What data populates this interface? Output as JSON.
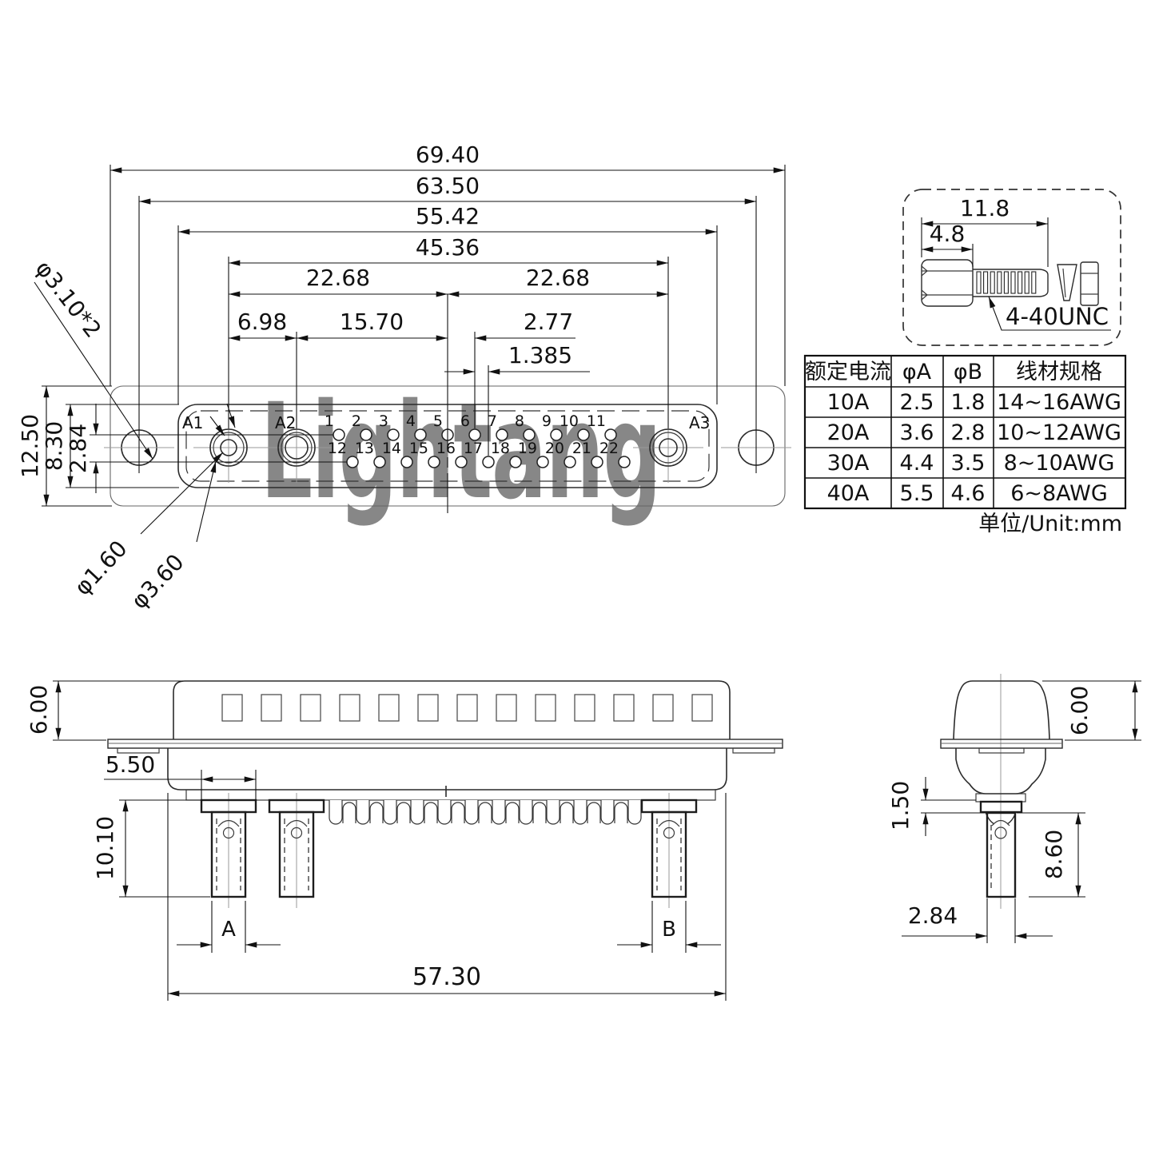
{
  "watermark": {
    "text": "Lightang",
    "color": "#f2aeae"
  },
  "front_view": {
    "pin_labels": {
      "a1": "A1",
      "a2": "A2",
      "a3": "A3"
    },
    "top_pins": [
      "1",
      "2",
      "3",
      "4",
      "5",
      "6",
      "7",
      "8",
      "9",
      "10",
      "11"
    ],
    "bottom_pins": [
      "12",
      "13",
      "14",
      "15",
      "16",
      "17",
      "18",
      "19",
      "20",
      "21",
      "22"
    ],
    "dims": {
      "overall_width": "69.40",
      "mount_hole_spacing": "63.50",
      "shroud_width": "55.42",
      "power_pin_span": "45.36",
      "left_half_span": "22.68",
      "right_half_span": "22.68",
      "a1_to_a2": "6.98",
      "a2_to_center": "15.70",
      "pin_pitch": "2.77",
      "row_stagger": "1.385",
      "body_height": "12.50",
      "shroud_height": "8.30",
      "row_spacing": "2.84",
      "mount_hole_dia": "φ3.10*2",
      "power_pin_inner_dia": "φ1.60",
      "power_pin_outer_dia": "φ3.60"
    }
  },
  "screw_detail": {
    "dims": {
      "overall_length": "11.8",
      "head_length": "4.8"
    },
    "thread_label": "4-40UNC"
  },
  "spec_table": {
    "headers": [
      "额定电流",
      "φA",
      "φB",
      "线材规格"
    ],
    "rows": [
      [
        "10A",
        "2.5",
        "1.8",
        "14~16AWG"
      ],
      [
        "20A",
        "3.6",
        "2.8",
        "10~12AWG"
      ],
      [
        "30A",
        "4.4",
        "3.5",
        "8~10AWG"
      ],
      [
        "40A",
        "5.5",
        "4.6",
        "6~8AWG"
      ]
    ],
    "unit_note": "单位/Unit:mm"
  },
  "side_view": {
    "dims": {
      "shell_height": "6.00",
      "terminal_block_width": "5.50",
      "terminal_length": "10.10",
      "dim_a_label": "A",
      "dim_b_label": "B",
      "overall_width": "57.30"
    }
  },
  "end_view": {
    "dims": {
      "shell_height": "6.00",
      "insulator_offset": "1.50",
      "barrel_length": "8.60",
      "barrel_width": "2.84"
    }
  }
}
